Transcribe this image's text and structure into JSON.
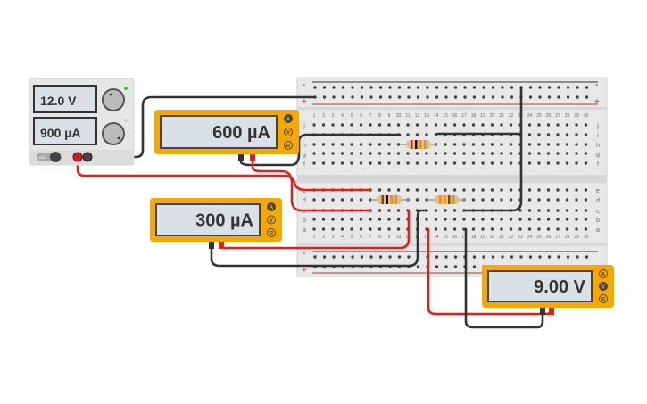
{
  "power_supply": {
    "voltage_display": "12.0 V",
    "current_display": "900 µA",
    "switch_label": "ON",
    "colors": {
      "body": "#e6e6e6",
      "lcd": "#d9e1e6",
      "positive": "#cc1f1f",
      "negative": "#333333"
    }
  },
  "meters": [
    {
      "value": "600 µA",
      "mode": "A"
    },
    {
      "value": "300 µA",
      "mode": "A"
    },
    {
      "value": "9.00 V",
      "mode": "V"
    }
  ],
  "meter_modes": [
    "A",
    "V",
    "R"
  ],
  "breadboard": {
    "row_labels_top": [
      "j",
      "i",
      "h",
      "g",
      "f"
    ],
    "row_labels_bottom": [
      "e",
      "d",
      "c",
      "b",
      "a"
    ],
    "columns": [
      "1",
      "2",
      "3",
      "4",
      "5",
      "6",
      "7",
      "8",
      "9",
      "10",
      "11",
      "12",
      "13",
      "14",
      "15",
      "16",
      "17",
      "18",
      "19",
      "20",
      "21",
      "22",
      "23",
      "24",
      "25",
      "26",
      "27",
      "28",
      "29",
      "30"
    ],
    "rail_minus": "-",
    "rail_plus": "+"
  },
  "colors": {
    "meter_body": "#f5a800",
    "wire_red": "#e02020",
    "wire_black": "#333333"
  }
}
